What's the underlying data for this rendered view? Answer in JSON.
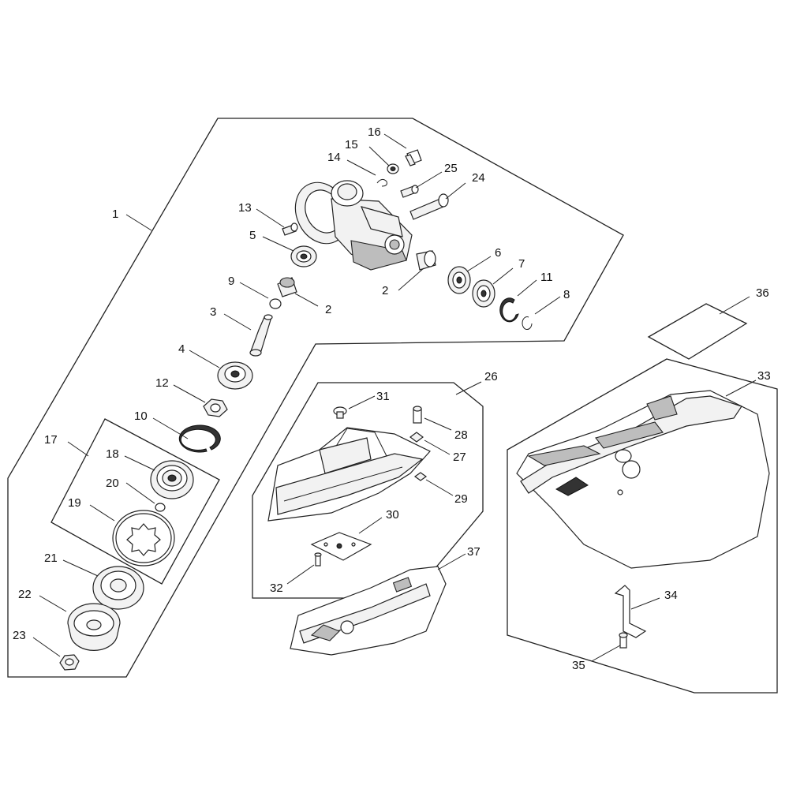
{
  "labels": {
    "l1": "1",
    "l2a": "2",
    "l2b": "2",
    "l3": "3",
    "l4": "4",
    "l5": "5",
    "l6": "6",
    "l7": "7",
    "l8": "8",
    "l9": "9",
    "l10": "10",
    "l11": "11",
    "l12": "12",
    "l13": "13",
    "l14": "14",
    "l15": "15",
    "l16": "16",
    "l17": "17",
    "l18": "18",
    "l19": "19",
    "l20": "20",
    "l21": "21",
    "l22": "22",
    "l23": "23",
    "l24": "24",
    "l25": "25",
    "l26": "26",
    "l27": "27",
    "l28": "28",
    "l29": "29",
    "l30": "30",
    "l31": "31",
    "l32": "32",
    "l33": "33",
    "l34": "34",
    "l35": "35",
    "l36": "36",
    "l37": "37"
  }
}
